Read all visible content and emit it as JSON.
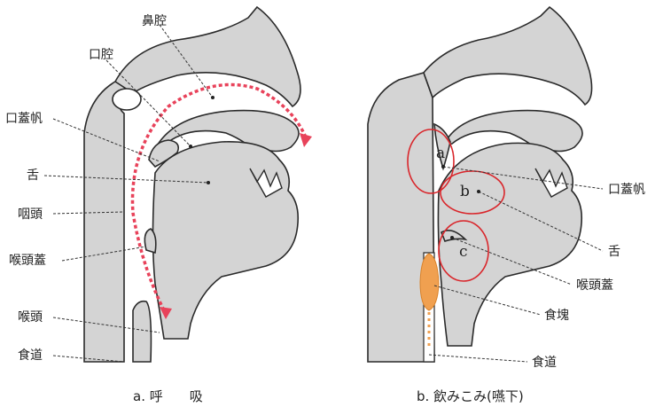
{
  "panel_a": {
    "labels": {
      "nasal_cavity": "鼻腔",
      "oral_cavity": "口腔",
      "soft_palate": "口蓋帆",
      "tongue": "舌",
      "pharynx": "咽頭",
      "epiglottis": "喉頭蓋",
      "larynx": "喉頭",
      "esophagus": "食道"
    },
    "caption": "a. 呼　　吸"
  },
  "panel_b": {
    "labels": {
      "soft_palate": "口蓋帆",
      "tongue": "舌",
      "epiglottis": "喉頭蓋",
      "bolus": "食塊",
      "esophagus": "食道"
    },
    "markers": {
      "a": "a",
      "b": "b",
      "c": "c"
    },
    "caption": "b. 飲みこみ(嚥下)"
  },
  "colors": {
    "tissue": "#d4d4d4",
    "outline": "#2a2a2a",
    "airflow": "#e8425a",
    "marker_circle": "#d9262b",
    "bolus": "#f0a050"
  }
}
